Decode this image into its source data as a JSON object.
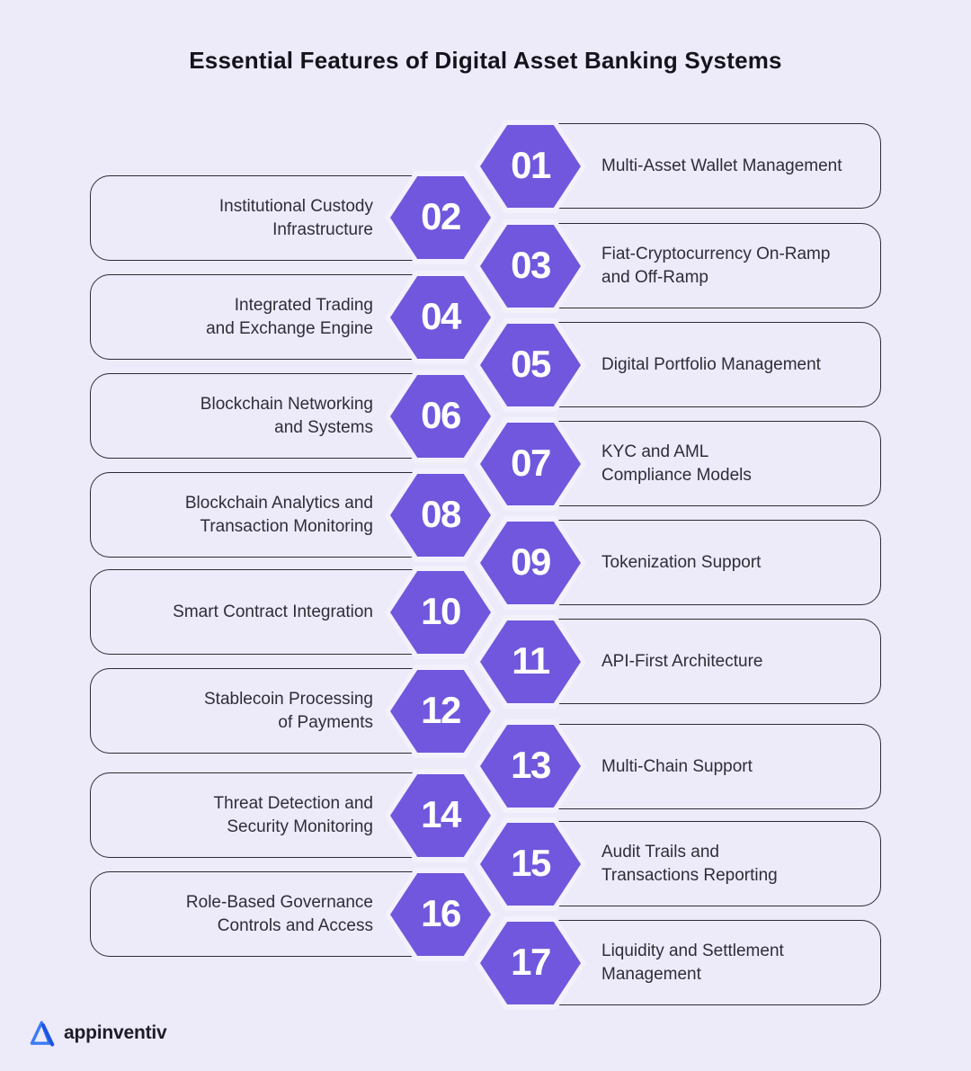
{
  "title": "Essential Features of Digital Asset Banking Systems",
  "brand": {
    "name": "appinventiv",
    "logo": "appinventiv-triangle-a-icon"
  },
  "colors": {
    "background": "#EDEBFA",
    "hexagon": "#7157DD",
    "hexagon_stroke": "#F3F1FC",
    "box_border": "#2B2A35",
    "text": "#2E2D38",
    "title_color": "#15141C",
    "logo_blue_light": "#3B7BF5",
    "logo_blue_dark": "#2053E0"
  },
  "items": [
    {
      "num": "01",
      "side": "right",
      "label": "Multi-Asset Wallet Management"
    },
    {
      "num": "02",
      "side": "left",
      "label": "Institutional Custody\nInfrastructure"
    },
    {
      "num": "03",
      "side": "right",
      "label": "Fiat-Cryptocurrency On-Ramp\nand Off-Ramp"
    },
    {
      "num": "04",
      "side": "left",
      "label": "Integrated Trading\nand Exchange Engine"
    },
    {
      "num": "05",
      "side": "right",
      "label": "Digital Portfolio Management"
    },
    {
      "num": "06",
      "side": "left",
      "label": "Blockchain Networking\nand Systems"
    },
    {
      "num": "07",
      "side": "right",
      "label": "KYC and AML\nCompliance Models"
    },
    {
      "num": "08",
      "side": "left",
      "label": "Blockchain Analytics and\nTransaction Monitoring"
    },
    {
      "num": "09",
      "side": "right",
      "label": "Tokenization Support"
    },
    {
      "num": "10",
      "side": "left",
      "label": "Smart Contract Integration"
    },
    {
      "num": "11",
      "side": "right",
      "label": "API-First Architecture"
    },
    {
      "num": "12",
      "side": "left",
      "label": "Stablecoin Processing\nof Payments"
    },
    {
      "num": "13",
      "side": "right",
      "label": "Multi-Chain Support"
    },
    {
      "num": "14",
      "side": "left",
      "label": "Threat Detection and\nSecurity Monitoring"
    },
    {
      "num": "15",
      "side": "right",
      "label": "Audit Trails and\nTransactions Reporting"
    },
    {
      "num": "16",
      "side": "left",
      "label": "Role-Based Governance\nControls and Access"
    },
    {
      "num": "17",
      "side": "right",
      "label": "Liquidity and Settlement\nManagement"
    }
  ]
}
